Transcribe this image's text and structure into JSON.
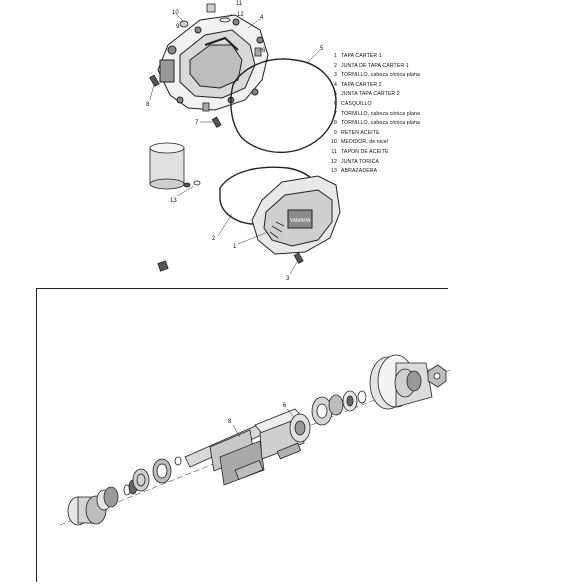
{
  "legend": [
    {
      "num": "1",
      "text": "TAPA CARTER 1"
    },
    {
      "num": "2",
      "text": "JUNTA DE TAPA CARTER 1"
    },
    {
      "num": "3",
      "text": "TORNILLO, cabeza cónica plana"
    },
    {
      "num": "4",
      "text": "TAPA CARTER 2"
    },
    {
      "num": "5",
      "text": "JUNTA TAPA CARTER 2"
    },
    {
      "num": "6",
      "text": "CASQUILLO"
    },
    {
      "num": "7",
      "text": "TORNILLO, cabeza cónica plana"
    },
    {
      "num": "8",
      "text": "TORNILLO, cabeza cónica plana"
    },
    {
      "num": "9",
      "text": "RETEN ACEITE"
    },
    {
      "num": "10",
      "text": "MEDIDOR, de nivel"
    },
    {
      "num": "11",
      "text": "TAPON DE ACEITE"
    },
    {
      "num": "12",
      "text": "JUNTA TORICA"
    },
    {
      "num": "13",
      "text": "ABRAZADERA"
    }
  ],
  "callouts_top": {
    "c11": "11",
    "c10": "10",
    "c12": "12",
    "c9": "9",
    "c4": "4",
    "c6": "6",
    "c5": "5",
    "c8": "8",
    "c7": "7",
    "c13": "13",
    "c2": "2",
    "c1": "1",
    "c3": "3"
  },
  "callouts_bottom": {
    "b8": "8",
    "b6": "6"
  },
  "brand_text": "YAMAHA"
}
